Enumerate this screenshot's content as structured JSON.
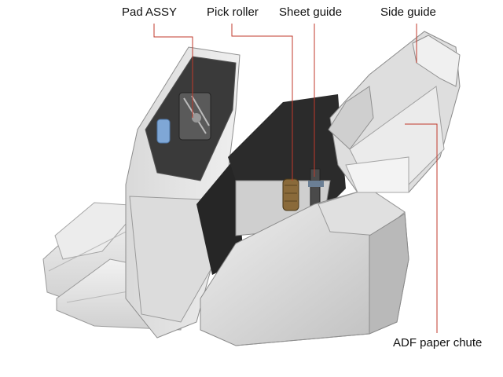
{
  "callouts": {
    "pad_assy": "Pad ASSY",
    "pick_roller": "Pick roller",
    "sheet_guide": "Sheet guide",
    "side_guide": "Side guide",
    "adf_paper_chute": "ADF paper chute"
  },
  "colors": {
    "leader_line": "#c0392b",
    "body_light": "#e3e3e3",
    "body_mid": "#cfcfcf",
    "body_dark": "#7a7a7a",
    "interior": "#2b2b2b",
    "accent_blue": "#7fa7d6",
    "roller": "#8a6a3a"
  }
}
